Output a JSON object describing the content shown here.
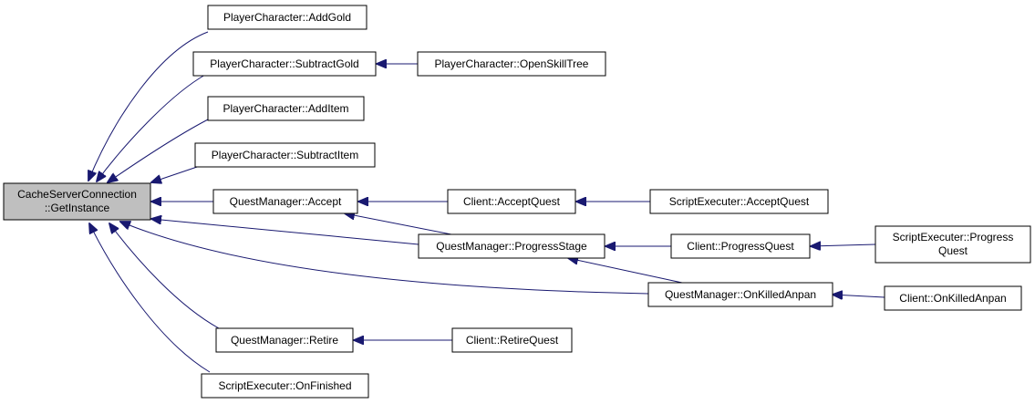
{
  "diagram": {
    "edge_color": "#191970",
    "root_fill": "#bfbfbf",
    "node_fill": "#ffffff",
    "nodes": {
      "root": [
        "CacheServerConnection",
        "::GetInstance"
      ],
      "pc_addgold": [
        "PlayerCharacter::AddGold"
      ],
      "pc_subgold": [
        "PlayerCharacter::SubtractGold"
      ],
      "pc_openskill": [
        "PlayerCharacter::OpenSkillTree"
      ],
      "pc_additem": [
        "PlayerCharacter::AddItem"
      ],
      "pc_subitem": [
        "PlayerCharacter::SubtractItem"
      ],
      "qm_accept": [
        "QuestManager::Accept"
      ],
      "cl_acceptquest": [
        "Client::AcceptQuest"
      ],
      "se_acceptquest": [
        "ScriptExecuter::AcceptQuest"
      ],
      "qm_progress": [
        "QuestManager::ProgressStage"
      ],
      "cl_progressquest": [
        "Client::ProgressQuest"
      ],
      "se_progressquest": [
        "ScriptExecuter::Progress",
        "Quest"
      ],
      "qm_onkilled": [
        "QuestManager::OnKilledAnpan"
      ],
      "cl_onkilled": [
        "Client::OnKilledAnpan"
      ],
      "qm_retire": [
        "QuestManager::Retire"
      ],
      "cl_retirequest": [
        "Client::RetireQuest"
      ],
      "se_onfinished": [
        "ScriptExecuter::OnFinished"
      ]
    },
    "edges": [
      {
        "from": "pc_addgold",
        "to": "root"
      },
      {
        "from": "pc_subgold",
        "to": "root"
      },
      {
        "from": "pc_additem",
        "to": "root"
      },
      {
        "from": "pc_subitem",
        "to": "root"
      },
      {
        "from": "qm_accept",
        "to": "root"
      },
      {
        "from": "qm_progress",
        "to": "root"
      },
      {
        "from": "qm_onkilled",
        "to": "root"
      },
      {
        "from": "qm_retire",
        "to": "root"
      },
      {
        "from": "se_onfinished",
        "to": "root"
      },
      {
        "from": "pc_openskill",
        "to": "pc_subgold"
      },
      {
        "from": "cl_acceptquest",
        "to": "qm_accept"
      },
      {
        "from": "qm_progress",
        "to": "qm_accept"
      },
      {
        "from": "se_acceptquest",
        "to": "cl_acceptquest"
      },
      {
        "from": "cl_progressquest",
        "to": "qm_progress"
      },
      {
        "from": "qm_onkilled",
        "to": "qm_progress"
      },
      {
        "from": "se_progressquest",
        "to": "cl_progressquest"
      },
      {
        "from": "cl_onkilled",
        "to": "qm_onkilled"
      },
      {
        "from": "cl_retirequest",
        "to": "qm_retire"
      }
    ]
  }
}
